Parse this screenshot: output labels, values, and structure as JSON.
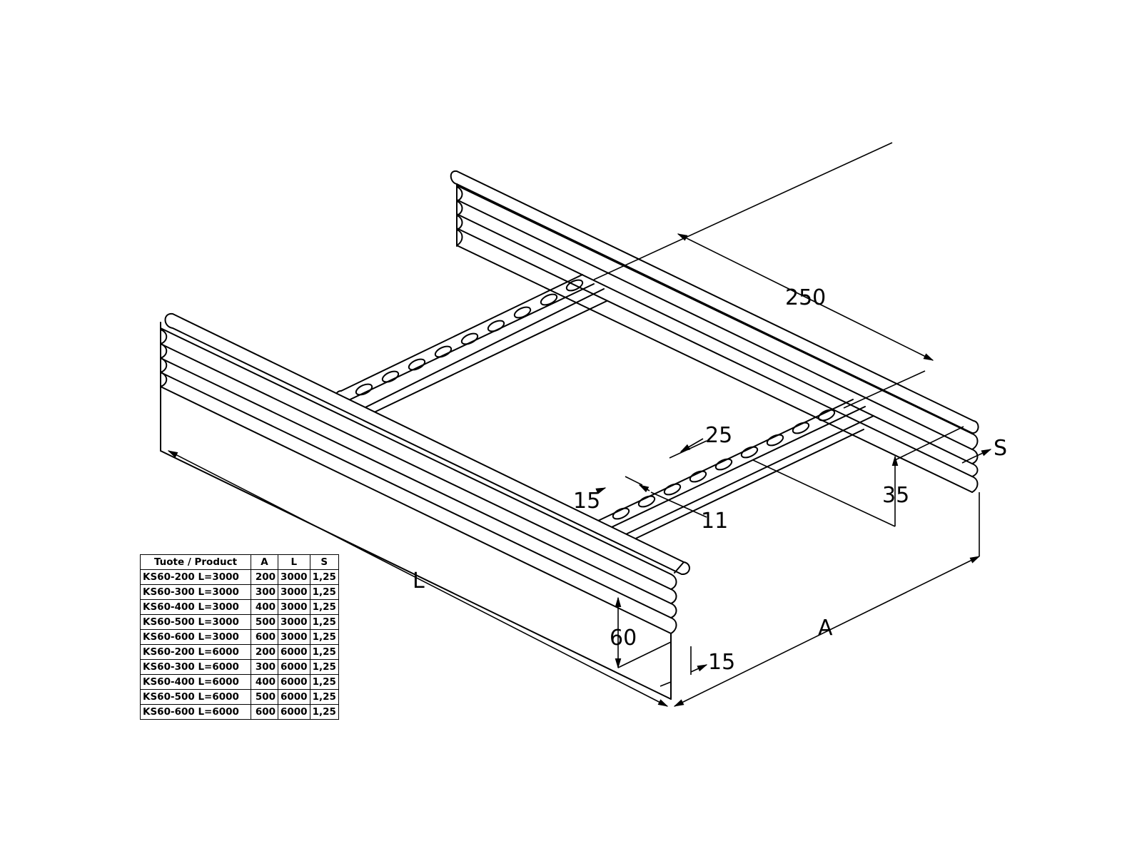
{
  "drawing": {
    "dimensions": {
      "rung_spacing": "250",
      "slot_pitch": "25",
      "slot_edge": "15",
      "slot_width": "11",
      "slot_height": "35",
      "thickness": "S",
      "length": "L",
      "width": "A",
      "side_height": "60",
      "flange": "15"
    }
  },
  "table": {
    "headers": [
      "Tuote / Product",
      "A",
      "L",
      "S"
    ],
    "rows": [
      [
        "KS60-200 L=3000",
        "200",
        "3000",
        "1,25"
      ],
      [
        "KS60-300 L=3000",
        "300",
        "3000",
        "1,25"
      ],
      [
        "KS60-400 L=3000",
        "400",
        "3000",
        "1,25"
      ],
      [
        "KS60-500 L=3000",
        "500",
        "3000",
        "1,25"
      ],
      [
        "KS60-600 L=3000",
        "600",
        "3000",
        "1,25"
      ],
      [
        "KS60-200 L=6000",
        "200",
        "6000",
        "1,25"
      ],
      [
        "KS60-300 L=6000",
        "300",
        "6000",
        "1,25"
      ],
      [
        "KS60-400 L=6000",
        "400",
        "6000",
        "1,25"
      ],
      [
        "KS60-500 L=6000",
        "500",
        "6000",
        "1,25"
      ],
      [
        "KS60-600 L=6000",
        "600",
        "6000",
        "1,25"
      ]
    ]
  }
}
